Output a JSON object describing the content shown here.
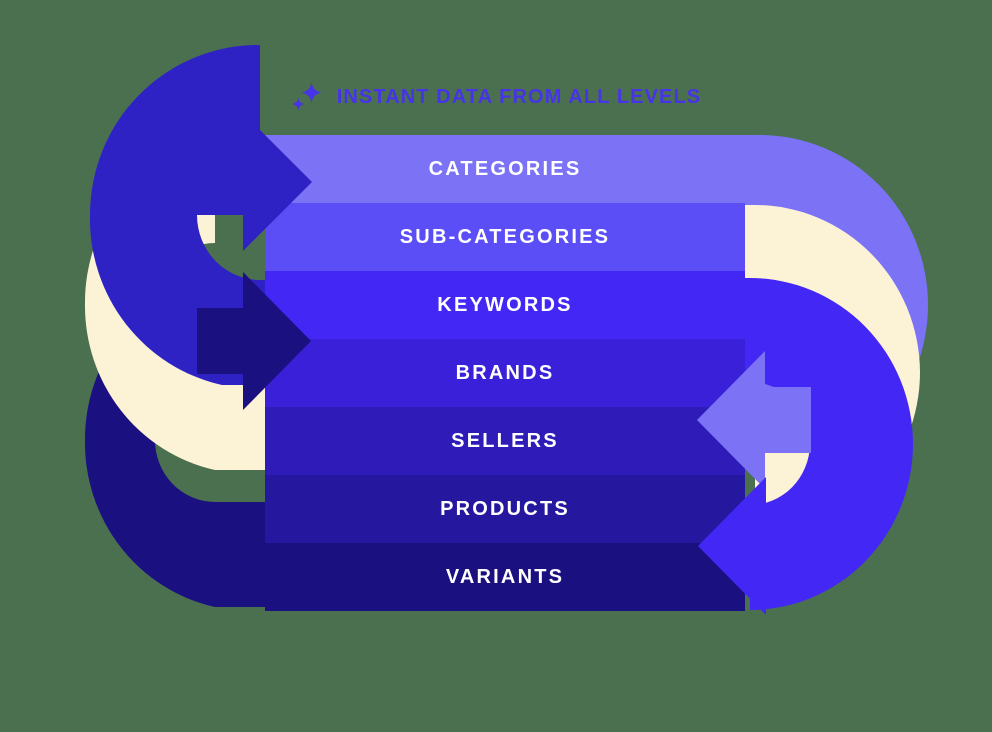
{
  "background_color": "#4A7050",
  "header": {
    "title": "INSTANT DATA FROM ALL LEVELS",
    "title_color": "#4733E8",
    "icon": "sparkle-icon"
  },
  "funnel": {
    "text_color": "#FFFFFF",
    "levels": [
      {
        "label": "CATEGORIES",
        "color": "#7B72F6"
      },
      {
        "label": "SUB-CATEGORIES",
        "color": "#5B4EF7"
      },
      {
        "label": "KEYWORDS",
        "color": "#4328F5"
      },
      {
        "label": "BRANDS",
        "color": "#3A20D8"
      },
      {
        "label": "SELLERS",
        "color": "#2E1BB8"
      },
      {
        "label": "PRODUCTS",
        "color": "#25179E"
      },
      {
        "label": "VARIANTS",
        "color": "#1B1080"
      }
    ]
  },
  "arrows": {
    "left_outer": {
      "name": "left-outer-arrow",
      "color": "#2E22C4",
      "direction": "up-right"
    },
    "left_middle": {
      "name": "left-cream-arrow",
      "color": "#FCF3D6",
      "direction": "up-right"
    },
    "left_inner": {
      "name": "left-inner-arrow",
      "color": "#1B1080",
      "direction": "up-right"
    },
    "right_outer": {
      "name": "right-outer-arrow",
      "color": "#7B72F6",
      "direction": "down-left"
    },
    "right_middle": {
      "name": "right-cream-arrow",
      "color": "#FCF3D6",
      "direction": "down-left"
    },
    "right_inner": {
      "name": "right-inner-arrow",
      "color": "#4328F5",
      "direction": "down-left"
    }
  }
}
